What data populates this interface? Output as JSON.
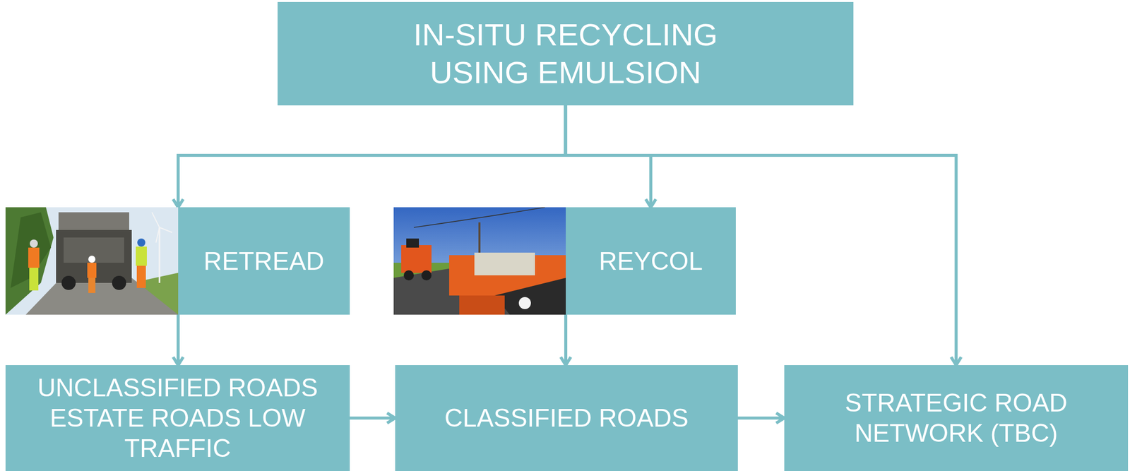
{
  "diagram": {
    "nodes": [
      {
        "text": [
          "IN-SITU RECYCLING USING EMULSION"
        ]
      },
      {
        "text": [
          "RETREAD"
        ]
      },
      {
        "text": [
          "REYCOL"
        ]
      },
      {
        "text": [
          "UNCLASSIFIED ROADS ESTATE ROADS LOW TRAFFIC"
        ]
      },
      {
        "text": [
          "CLASSIFIED ROADS"
        ]
      },
      {
        "text": [
          "STRATEGIC ROAD NETWORK (TBC)"
        ]
      }
    ],
    "edges": [
      {
        "from": 0,
        "to": 1,
        "arrow": "to"
      },
      {
        "from": 0,
        "to": 2,
        "arrow": "to"
      },
      {
        "from": 0,
        "to": 5,
        "arrow": "to"
      },
      {
        "from": 1,
        "to": 3,
        "arrow": "to"
      },
      {
        "from": 2,
        "to": 4,
        "arrow": "to"
      },
      {
        "from": 3,
        "to": 4,
        "arrow": "to"
      },
      {
        "from": 4,
        "to": 5,
        "arrow": "to"
      }
    ]
  }
}
